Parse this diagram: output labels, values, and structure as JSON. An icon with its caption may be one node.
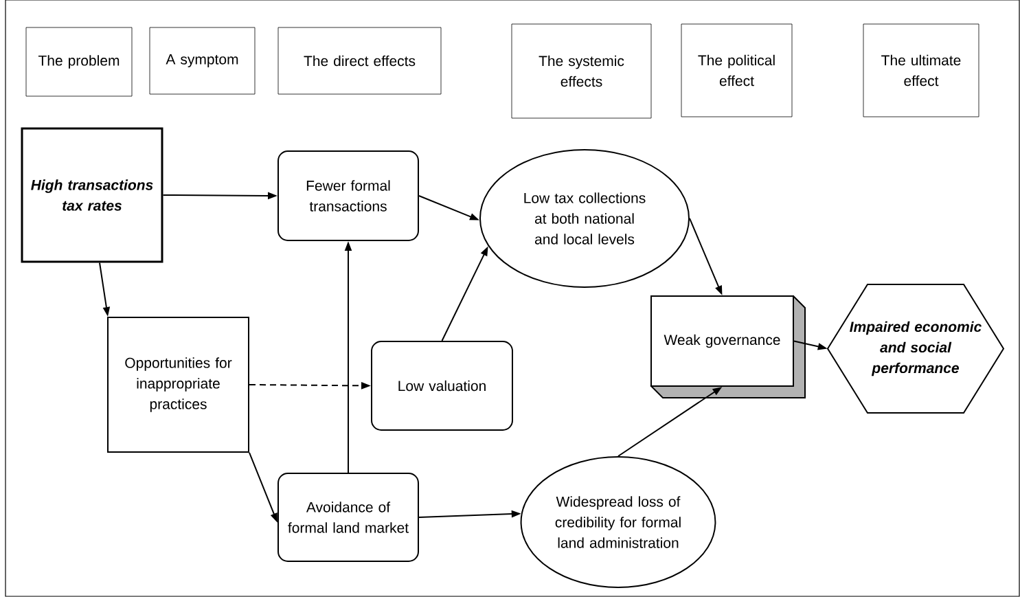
{
  "diagram": {
    "nodes": [
      {
        "text": [
          "The problem"
        ]
      },
      {
        "text": [
          "A symptom"
        ]
      },
      {
        "text": [
          "The direct effects"
        ]
      },
      {
        "text": [
          "The systemic effects"
        ]
      },
      {
        "text": [
          "The political effect"
        ]
      },
      {
        "text": [
          "The ultimate effect"
        ]
      },
      {
        "text": [
          "High transactions tax rates"
        ]
      },
      {
        "text": [
          "Fewer formal transactions"
        ]
      },
      {
        "text": [
          "Low tax collections at both national and local levels"
        ]
      },
      {
        "text": [
          "Opportunities for inappropriate practices"
        ]
      },
      {
        "text": [
          "Low valuation"
        ]
      },
      {
        "text": [
          "Weak governance"
        ]
      },
      {
        "text": [
          "Impaired economic and social performance"
        ]
      },
      {
        "text": [
          "Avoidance of formal land market"
        ]
      },
      {
        "text": [
          "Widespread loss of credibility for formal land administration"
        ]
      }
    ],
    "edges": [
      {
        "from": 6,
        "to": 7,
        "arrow": "to"
      },
      {
        "from": 6,
        "to": 9,
        "arrow": "to"
      },
      {
        "from": 7,
        "to": 8,
        "arrow": "to"
      },
      {
        "from": 9,
        "to": 10,
        "arrow": "to",
        "style": "dashed"
      },
      {
        "from": 9,
        "to": 13,
        "arrow": "to"
      },
      {
        "from": 13,
        "to": 7,
        "arrow": "to"
      },
      {
        "from": 10,
        "to": 8,
        "arrow": "to"
      },
      {
        "from": 8,
        "to": 11,
        "arrow": "to"
      },
      {
        "from": 13,
        "to": 14,
        "arrow": "to"
      },
      {
        "from": 14,
        "to": 11,
        "arrow": "to"
      },
      {
        "from": 11,
        "to": 12,
        "arrow": "to"
      }
    ]
  }
}
